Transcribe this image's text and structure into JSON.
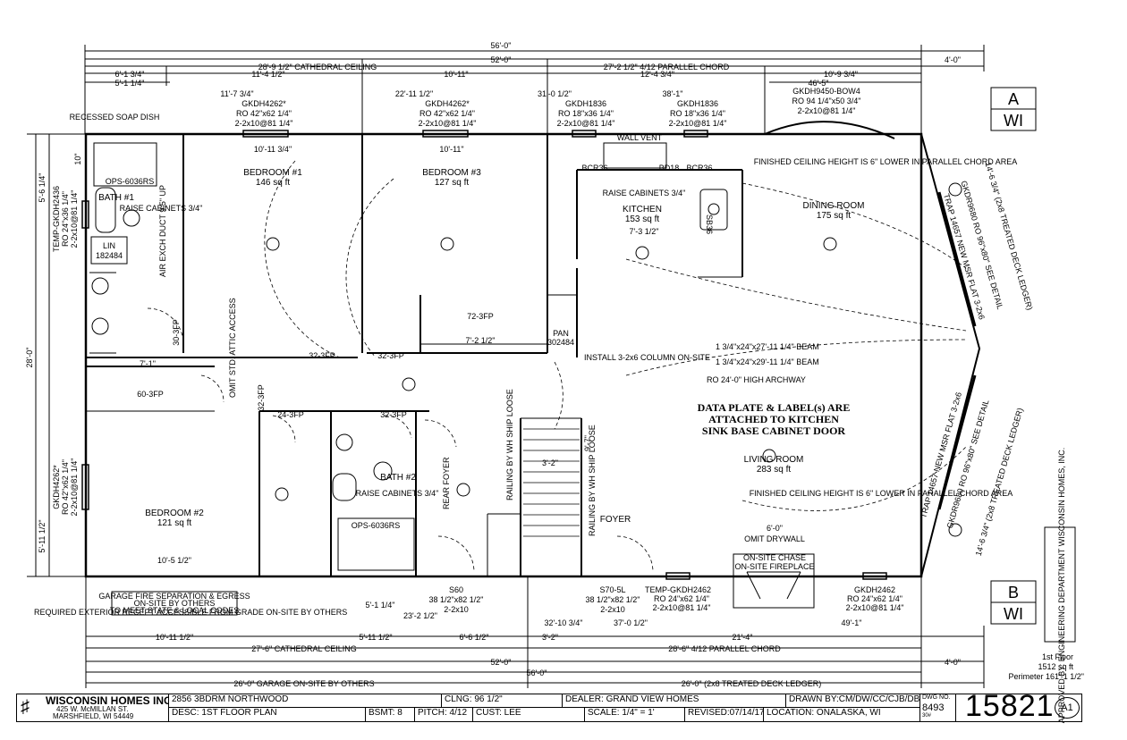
{
  "dims_top": {
    "overall": "56'-0\"",
    "overall_52": "52'-0\"",
    "cathedral": "28'-9 1/2\"  CATHEDRAL CEILING",
    "parallel_chord": "27'-2 1/2\"  4/12 PARALLEL CHORD",
    "deck_right": "4'-0\"",
    "d1": "6'-1 3/4\"",
    "d2": "11'-4 1/2\"",
    "d3": "10'-11\"",
    "d4": "12'-4 3/4\"",
    "d5": "10'-9 3/4\"",
    "d6": "5'-1 1/4\"",
    "d7": "46'-5\""
  },
  "windows_top": [
    {
      "pos": "11'-7 3/4\"",
      "model": "GKDH4262*",
      "ro": "RO 42\"x62 1/4\"",
      "hdr": "2-2x10@81 1/4\""
    },
    {
      "pos": "22'-11 1/2\"",
      "model": "GKDH4262*",
      "ro": "RO 42\"x62 1/4\"",
      "hdr": "2-2x10@81 1/4\""
    },
    {
      "pos": "31'-0 1/2\"",
      "model": "GKDH1836",
      "ro": "RO 18\"x36 1/4\"",
      "hdr": "2-2x10@81 1/4\""
    },
    {
      "pos": "38'-1\"",
      "model": "GKDH1836",
      "ro": "RO 18\"x36 1/4\"",
      "hdr": "2-2x10@81 1/4\""
    },
    {
      "pos": "",
      "model": "GKDH9450-BOW4",
      "ro": "RO 94 1/4\"x50 3/4\"",
      "hdr": "2-2x10@81 1/4\""
    }
  ],
  "rooms": {
    "bedroom1": {
      "name": "BEDROOM #1",
      "area": "146 sq ft",
      "dim": "10'-11 3/4\""
    },
    "bedroom3": {
      "name": "BEDROOM #3",
      "area": "127 sq ft",
      "dim": "10'-11\""
    },
    "kitchen": {
      "name": "KITCHEN",
      "area": "153 sq ft",
      "dim": "7'-3 1/2\""
    },
    "dining": {
      "name": "DINING ROOM",
      "area": "175 sq ft"
    },
    "bedroom2": {
      "name": "BEDROOM #2",
      "area": "121 sq ft",
      "dim": "10'-5 1/2\""
    },
    "living": {
      "name": "LIVING ROOM",
      "area": "283 sq ft"
    },
    "bath1": "BATH #1",
    "bath2": "BATH #2",
    "rear_foyer": "REAR FOYER",
    "foyer": "FOYER"
  },
  "labels": {
    "recessed_soap_top": "RECESSED\nSOAP DISH",
    "ops1": "OPS-6036RS",
    "ops2": "OPS-6036RS",
    "raise_cab1": "RAISE CABINETS 3/4\"",
    "raise_cab2": "RAISE CABINETS 3/4\"",
    "raise_cab_k": "RAISE CABINETS 3/4\"",
    "lin": "LIN",
    "lin_no": "182484",
    "air_exch": "AIR EXCH DUCT 9.5\" UP",
    "bcr36a": "BCR36",
    "bd18": "BD18",
    "bcr36b": "BCR36",
    "wall_vent": "WALL VENT",
    "sb36": "SB36",
    "pan": "PAN",
    "pan_no": "302484",
    "install_col": "INSTALL 3-2x6 COLUMN ON-SITE",
    "beam1": "1 3/4\"x24\"x27'-11 1/4\"  BEAM",
    "beam2": "1 3/4\"x24\"x29'-11 1/4\"  BEAM",
    "archway": "RO 24'-0\"  HIGH ARCHWAY",
    "data_plate1": "DATA PLATE & LABEL(s) ARE",
    "data_plate2": "ATTACHED TO KITCHEN",
    "data_plate3": "SINK BASE CABINET DOOR",
    "ceiling_note1": "FINISHED CEILING HEIGHT IS 6\" LOWER IN PARALLEL CHORD AREA",
    "ceiling_note2": "FINISHED CEILING HEIGHT IS 6\" LOWER IN PARALLEL CHORD AREA",
    "omit_drywall": "OMIT DRYWALL",
    "omit_dim": "6'-0\"",
    "chase": "ON-SITE CHASE",
    "fireplace": "ON-SITE FIREPLACE",
    "garage_note1": "GARAGE FIRE SEPARATION & EGRESS",
    "garage_note2": "ON-SITE BY OTHERS",
    "garage_note3": "TO MEET STATE & LOCAL CODES",
    "exterior_recept": "REQUIRED EXTERIOR RECEPT ACCESSIBLE FROM GRADE ON-SITE BY OTHERS",
    "attic": "OMIT STD. ATTIC ACCESS",
    "closet1": "30-3FP",
    "closet2": "32-3FP",
    "closet3": "32-3FP",
    "closet4": "72-3FP",
    "closet5": "60-3FP",
    "closet6": "24-3FP",
    "closet7": "32-3FP",
    "closet8": "32-3FP",
    "closet9": "7'-2 1/2\"",
    "closet10": "7'-1\"",
    "railing1": "RAILING BY WH SHIP LOOSE",
    "railing2": "RAILING BY WH SHIP LOOSE",
    "stair_w": "3'-2\"",
    "stair_h": "9'-7\"",
    "s60": "S60",
    "s60_ro": "38 1/2\"x82 1/2\"",
    "s60_hdr": "2-2x10",
    "s70": "S70-5L",
    "s70_ro": "38 1/2\"x82 1/2\"",
    "s70_hdr": "2-2x10",
    "temp_left": "TEMP-GKDH2436",
    "temp_left_ro": "RO 24\"x36 1/4\"",
    "temp_left_hdr": "2-2x10@81 1/4\"",
    "gk_left": "GKDH4262*",
    "gk_left_ro": "RO 42\"x62 1/4\"",
    "gk_left_hdr": "2-2x10@81 1/4\"",
    "temp_bottom": "TEMP-GKDH2462",
    "temp_bottom_ro": "RO 24\"x62 1/4\"",
    "temp_bottom_hdr": "2-2x10@81 1/4\"",
    "gk_bottom": "GKDH2462",
    "gk_bottom_ro": "RO 24\"x62 1/4\"",
    "gk_bottom_hdr": "2-2x10@81 1/4\"",
    "trap1": "TRAP 14657 NEW MSR FLAT 3-2x6",
    "trap2": "TRAP 14657 NEW MSR FLAT 3-2x6",
    "gkdr1": "GKDR9680 RO 96\"x80\" SEE DETAIL",
    "gkdr2": "GKDR9680 RO 96\"x80\" SEE DETAIL",
    "deck1": "14'-6 3/4\" (2x8 TREATED DECK LEDGER)",
    "deck2": "14'-6 3/4\" (2x8 TREATED DECK LEDGER)",
    "approved": "APPROVED BY: ENGINEERING DEPARTMENT WISCONSIN HOMES, INC.",
    "tag_a": "A",
    "tag_a_sub": "WI",
    "tag_b": "B",
    "tag_b_sub": "WI",
    "first_floor": "1st Floor",
    "sq_ft": "1512 sq ft",
    "perimeter": "Perimeter 161'-1 1/2\""
  },
  "dims_bottom": {
    "b1": "10'-11 1/2\"",
    "b2": "5'-11 1/2\"",
    "b3": "6'-6 1/2\"",
    "b4": "3'-2\"",
    "b5": "21'-4\"",
    "cathedral": "27'-6\"  CATHEDRAL CEILING",
    "chord": "28'-6\"  4/12 PARALLEL CHORD",
    "overall52": "52'-0\"",
    "overall56": "56'-0\"",
    "garage": "26'-0\"  GARAGE ON-SITE BY OTHERS",
    "deck": "26'-0\"  (2x8 TREATED DECK LEDGER)",
    "deck_right": "4'-0\"",
    "c1": "23'-2 1/2\"",
    "c2": "32'-10 3/4\"",
    "c3": "37'-0 1/2\"",
    "c4": "49'-1\"",
    "c5": "5'-1 1/4\""
  },
  "dims_left": {
    "total": "28'-0\"",
    "l1": "5'-6 1/4\"",
    "l2": "5'-11 1/2\"",
    "l3": "10\""
  },
  "title_block": {
    "company": "WISCONSIN HOMES INC.",
    "addr1": "425 W. McMILLAN ST.",
    "addr2": "MARSHFIELD, WI 54449",
    "model": "2856 3BDRM NORTHWOOD",
    "clng": "CLNG: 96 1/2\"",
    "dealer": "DEALER: GRAND VIEW HOMES",
    "drawn": "DRAWN BY:CM/DW/CC/CJB/DB(DW)",
    "desc": "DESC: 1ST FLOOR PLAN",
    "bsmt": "BSMT: 8",
    "pitch": "PITCH: 4/12",
    "cust": "CUST: LEE",
    "scale": "SCALE: 1/4\" = 1'",
    "revised": "REVISED:07/14/17",
    "location": "LOCATION: ONALASKA, WI",
    "dwg_label": "DWG NO.",
    "dwg_no": "8493",
    "dwg_sub": "30#",
    "plan_no": "15821",
    "sheet": "A1"
  }
}
